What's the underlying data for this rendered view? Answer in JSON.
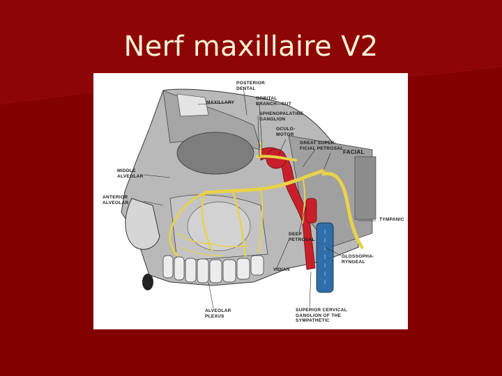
{
  "slide": {
    "title": "Nerf maxillaire V2",
    "background_color": "#820000",
    "title_color": "#fbf3d6"
  },
  "figure": {
    "labels": {
      "posterior_dental": [
        "POSTERIOR",
        "DENTAL"
      ],
      "maxillary": "MAXILLARY",
      "orbital_branch": [
        "ORBITAL",
        "BRANCH—CUT"
      ],
      "sphenopalatine_ganglion": [
        "SPHENOPALATINE",
        "GANGLION"
      ],
      "oculomotor": [
        "OCULO-",
        "MOTOR"
      ],
      "great_superficial_petrosal": [
        "GREAT SUPER-",
        "FICIAL PETROSAL"
      ],
      "facial": "FACIAL",
      "middle_alveolar": [
        "MIDDLE",
        "ALVEOLAR"
      ],
      "anterior_alveolar": [
        "ANTERIOR",
        "ALVEOLAR"
      ],
      "tympanic": "TYMPANIC",
      "deep_petrosal": [
        "DEEP",
        "PETROSAL"
      ],
      "glossopharyngeal": [
        "GLOSSOPHA-",
        "RYNGEAL"
      ],
      "vidian": "VIDIAN",
      "alveolar_plexus": [
        "ALVEOLAR",
        "PLEXUS"
      ],
      "superior_cervical": [
        "SUPERIOR CERVICAL",
        "GANGLION OF THE",
        "SYMPATHETIC"
      ]
    },
    "colors": {
      "nerve": "#e8d24a",
      "artery": "#c8202a",
      "vein": "#2f6ea8",
      "bone": "#9a9a9a"
    }
  }
}
